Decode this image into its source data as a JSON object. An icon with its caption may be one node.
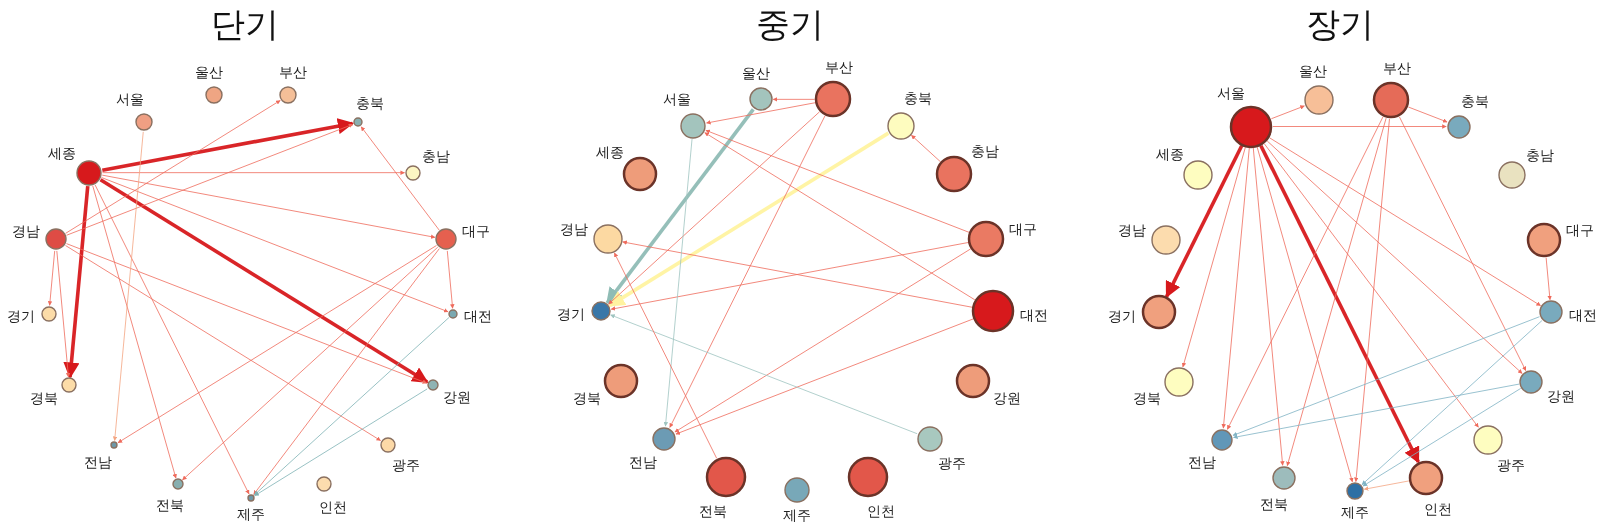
{
  "diagram": {
    "nodes": [
      {
        "text": [
          "서울"
        ]
      },
      {
        "text": [
          "울산"
        ]
      },
      {
        "text": [
          "부산"
        ]
      },
      {
        "text": [
          "충북"
        ]
      },
      {
        "text": [
          "충남"
        ]
      },
      {
        "text": [
          "대구"
        ]
      },
      {
        "text": [
          "대전"
        ]
      },
      {
        "text": [
          "강원"
        ]
      },
      {
        "text": [
          "광주"
        ]
      },
      {
        "text": [
          "인천"
        ]
      },
      {
        "text": [
          "제주"
        ]
      },
      {
        "text": [
          "전북"
        ]
      },
      {
        "text": [
          "전남"
        ]
      },
      {
        "text": [
          "경북"
        ]
      },
      {
        "text": [
          "경기"
        ]
      },
      {
        "text": [
          "경남"
        ]
      },
      {
        "text": [
          "세종"
        ]
      },
      {
        "text": [
          "서울"
        ]
      },
      {
        "text": [
          "울산"
        ]
      },
      {
        "text": [
          "부산"
        ]
      },
      {
        "text": [
          "충북"
        ]
      },
      {
        "text": [
          "충남"
        ]
      },
      {
        "text": [
          "대구"
        ]
      },
      {
        "text": [
          "대전"
        ]
      },
      {
        "text": [
          "강원"
        ]
      },
      {
        "text": [
          "광주"
        ]
      },
      {
        "text": [
          "인천"
        ]
      },
      {
        "text": [
          "제주"
        ]
      },
      {
        "text": [
          "전북"
        ]
      },
      {
        "text": [
          "전남"
        ]
      },
      {
        "text": [
          "경북"
        ]
      },
      {
        "text": [
          "경기"
        ]
      },
      {
        "text": [
          "경남"
        ]
      },
      {
        "text": [
          "세종"
        ]
      },
      {
        "text": [
          "서울"
        ]
      },
      {
        "text": [
          "울산"
        ]
      },
      {
        "text": [
          "부산"
        ]
      },
      {
        "text": [
          "충북"
        ]
      },
      {
        "text": [
          "충남"
        ]
      },
      {
        "text": [
          "대구"
        ]
      },
      {
        "text": [
          "대전"
        ]
      },
      {
        "text": [
          "강원"
        ]
      },
      {
        "text": [
          "광주"
        ]
      },
      {
        "text": [
          "인천"
        ]
      },
      {
        "text": [
          "제주"
        ]
      },
      {
        "text": [
          "전북"
        ]
      },
      {
        "text": [
          "전남"
        ]
      },
      {
        "text": [
          "경북"
        ]
      },
      {
        "text": [
          "경기"
        ]
      },
      {
        "text": [
          "경남"
        ]
      },
      {
        "text": [
          "세종"
        ]
      }
    ],
    "edges": [
      {
        "from": 16,
        "to": 7,
        "arrow": "to",
        "style": "thick",
        "color": "#d7191c"
      },
      {
        "from": 16,
        "to": 3,
        "arrow": "to",
        "style": "thick",
        "color": "#d7191c"
      },
      {
        "from": 16,
        "to": 13,
        "arrow": "to",
        "style": "thick",
        "color": "#d7191c"
      },
      {
        "from": 16,
        "to": 10,
        "arrow": "to"
      },
      {
        "from": 16,
        "to": 11,
        "arrow": "to"
      },
      {
        "from": 16,
        "to": 5,
        "arrow": "to"
      },
      {
        "from": 16,
        "to": 4,
        "arrow": "to"
      },
      {
        "from": 16,
        "to": 6,
        "arrow": "to"
      },
      {
        "from": 15,
        "to": 3,
        "arrow": "to"
      },
      {
        "from": 15,
        "to": 7,
        "arrow": "to"
      },
      {
        "from": 15,
        "to": 13,
        "arrow": "to"
      },
      {
        "from": 15,
        "to": 8,
        "arrow": "to"
      },
      {
        "from": 15,
        "to": 14,
        "arrow": "to"
      },
      {
        "from": 15,
        "to": 2,
        "arrow": "to"
      },
      {
        "from": 5,
        "to": 12,
        "arrow": "to"
      },
      {
        "from": 5,
        "to": 10,
        "arrow": "to"
      },
      {
        "from": 5,
        "to": 11,
        "arrow": "to"
      },
      {
        "from": 5,
        "to": 6,
        "arrow": "to"
      },
      {
        "from": 5,
        "to": 3,
        "arrow": "to"
      },
      {
        "from": 0,
        "to": 12,
        "arrow": "to",
        "color": "#f4a582"
      },
      {
        "from": 7,
        "to": 10,
        "arrow": "to",
        "color": "#7fb3b5"
      },
      {
        "from": 6,
        "to": 10,
        "arrow": "to",
        "color": "#7fb3b5"
      },
      {
        "from": 18,
        "to": 31,
        "arrow": "to",
        "style": "thick",
        "color": "#8fbcb5"
      },
      {
        "from": 20,
        "to": 31,
        "arrow": "to",
        "style": "thick",
        "color": "#fff3a0"
      },
      {
        "from": 19,
        "to": 31,
        "arrow": "to"
      },
      {
        "from": 22,
        "to": 31,
        "arrow": "to"
      },
      {
        "from": 23,
        "to": 29,
        "arrow": "to"
      },
      {
        "from": 22,
        "to": 29,
        "arrow": "to"
      },
      {
        "from": 19,
        "to": 29,
        "arrow": "to"
      },
      {
        "from": 23,
        "to": 17,
        "arrow": "to"
      },
      {
        "from": 22,
        "to": 17,
        "arrow": "to"
      },
      {
        "from": 19,
        "to": 17,
        "arrow": "to"
      },
      {
        "from": 19,
        "to": 18,
        "arrow": "to"
      },
      {
        "from": 21,
        "to": 20,
        "arrow": "to"
      },
      {
        "from": 23,
        "to": 32,
        "arrow": "to"
      },
      {
        "from": 25,
        "to": 31,
        "arrow": "to",
        "color": "#9fc4c0"
      },
      {
        "from": 17,
        "to": 29,
        "arrow": "to",
        "color": "#9fc4c0"
      },
      {
        "from": 28,
        "to": 32,
        "arrow": "to"
      },
      {
        "from": 34,
        "to": 48,
        "arrow": "to",
        "style": "thick",
        "color": "#d7191c"
      },
      {
        "from": 34,
        "to": 43,
        "arrow": "to",
        "style": "thick",
        "color": "#d7191c"
      },
      {
        "from": 34,
        "to": 35,
        "arrow": "to"
      },
      {
        "from": 34,
        "to": 37,
        "arrow": "to"
      },
      {
        "from": 34,
        "to": 40,
        "arrow": "to"
      },
      {
        "from": 34,
        "to": 41,
        "arrow": "to"
      },
      {
        "from": 34,
        "to": 42,
        "arrow": "to"
      },
      {
        "from": 34,
        "to": 44,
        "arrow": "to"
      },
      {
        "from": 34,
        "to": 46,
        "arrow": "to"
      },
      {
        "from": 34,
        "to": 45,
        "arrow": "to"
      },
      {
        "from": 34,
        "to": 47,
        "arrow": "to"
      },
      {
        "from": 36,
        "to": 37,
        "arrow": "to"
      },
      {
        "from": 36,
        "to": 46,
        "arrow": "to"
      },
      {
        "from": 36,
        "to": 45,
        "arrow": "to"
      },
      {
        "from": 36,
        "to": 44,
        "arrow": "to"
      },
      {
        "from": 36,
        "to": 41,
        "arrow": "to"
      },
      {
        "from": 43,
        "to": 44,
        "arrow": "to",
        "color": "#f4a582"
      },
      {
        "from": 41,
        "to": 44,
        "arrow": "to",
        "color": "#7fb3c4"
      },
      {
        "from": 40,
        "to": 44,
        "arrow": "to",
        "color": "#7fb3c4"
      },
      {
        "from": 40,
        "to": 46,
        "arrow": "to",
        "color": "#7fb3c4"
      },
      {
        "from": 41,
        "to": 46,
        "arrow": "to",
        "color": "#7fb3c4"
      },
      {
        "from": 39,
        "to": 40,
        "arrow": "to"
      }
    ],
    "labels": [
      "단기",
      "중기",
      "장기"
    ]
  }
}
